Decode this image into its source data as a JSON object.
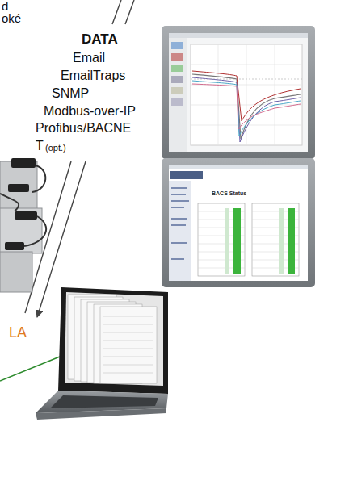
{
  "diagram": {
    "labels": [
      "d",
      "oké",
      "DATA",
      "Email",
      "EmailTraps",
      "SNMP",
      "Modbus-over-IP",
      "Profibus/BACNE",
      "T",
      "(opt.)",
      "BACS Status",
      "LA"
    ]
  }
}
